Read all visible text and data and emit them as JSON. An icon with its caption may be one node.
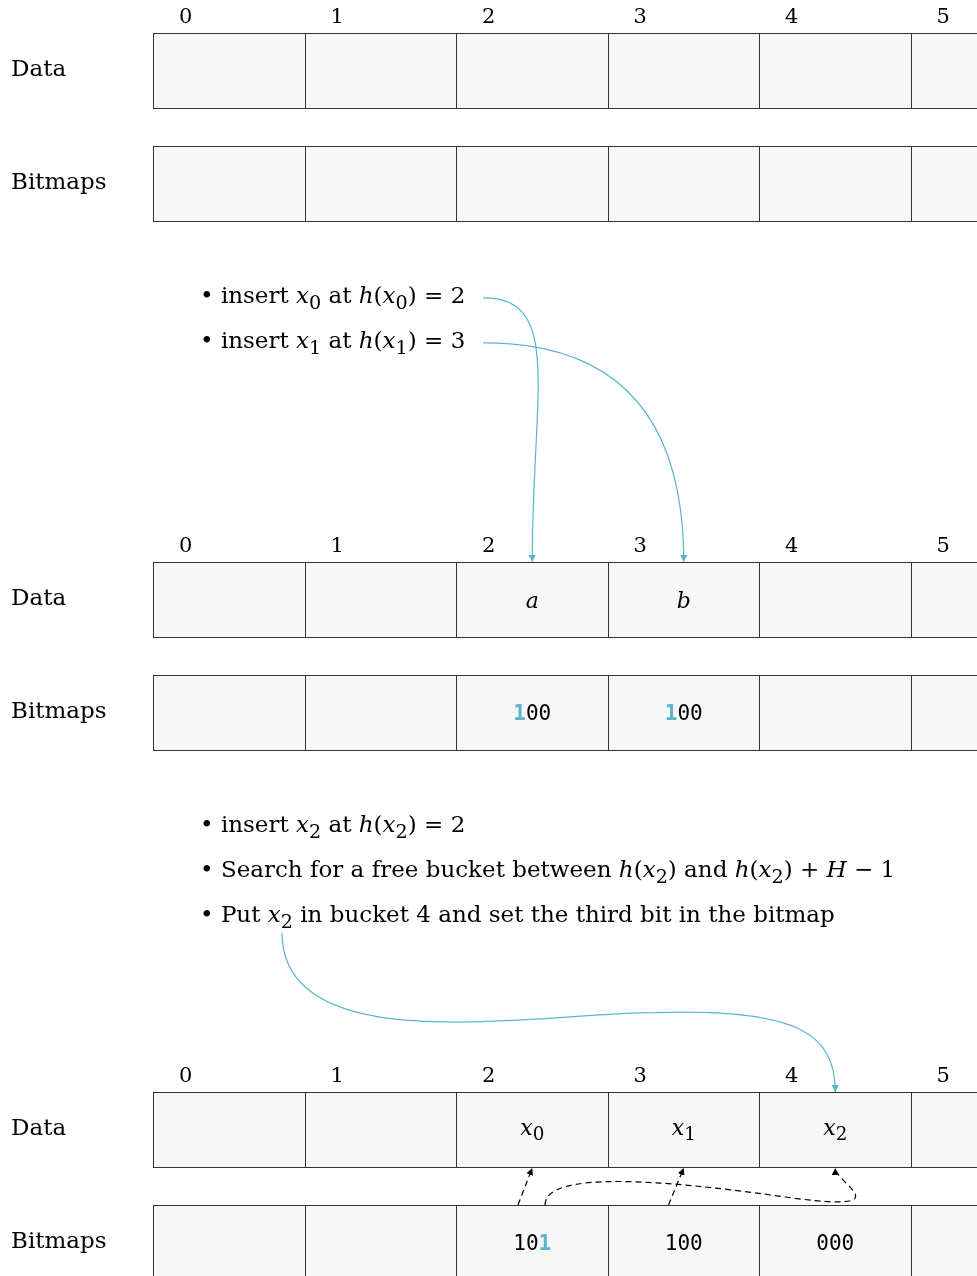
{
  "diagram": {
    "nodes": [
      {
        "text": [],
        "shape": "box"
      },
      {
        "text": [],
        "shape": "box"
      },
      {
        "text": [],
        "shape": "box"
      },
      {
        "text": [],
        "shape": "box"
      },
      {
        "text": [],
        "shape": "box"
      },
      {
        "text": [],
        "shape": "box"
      },
      {
        "text": [],
        "shape": "box"
      },
      {
        "text": [],
        "shape": "box"
      },
      {
        "text": [],
        "shape": "box"
      },
      {
        "text": [],
        "shape": "box"
      },
      {
        "text": [],
        "shape": "box"
      },
      {
        "text": [],
        "shape": "box"
      },
      {
        "text": [
          "• insert *x*$_{0}$ at *h*(*x*$_{0}$) = 2"
        ]
      },
      {
        "text": [
          "• insert *x*$_{1}$ at *h*(*x*$_{1}$) = 3"
        ]
      },
      {
        "text": [],
        "shape": "box"
      },
      {
        "text": [],
        "shape": "box"
      },
      {
        "text": [
          "a"
        ]
      },
      {
        "text": [
          "b"
        ]
      },
      {
        "text": [],
        "shape": "box"
      },
      {
        "text": [],
        "shape": "box"
      },
      {
        "text": [],
        "shape": "box"
      },
      {
        "text": [],
        "shape": "box"
      },
      {
        "text": [
          "**1**00"
        ]
      },
      {
        "text": [
          "**1**00"
        ]
      },
      {
        "text": [],
        "shape": "box"
      },
      {
        "text": [],
        "shape": "box"
      },
      {
        "text": [
          "• insert *x*$_{2}$ at *h*(*x*$_{2}$) = 2"
        ]
      },
      {
        "text": [
          "• Search for a free bucket between *h*(*x*$_{2}$) and *h*(*x*$_{2}$) + *H* − 1"
        ]
      },
      {
        "text": [
          "• Put *x*$_{2}$ in bucket 4 and set the third bit in the bitmap"
        ]
      },
      {
        "text": [],
        "shape": "box"
      },
      {
        "text": [],
        "shape": "box"
      },
      {
        "text": [
          "x$_{0}$"
        ]
      },
      {
        "text": [
          "x$_{1}$"
        ]
      },
      {
        "text": [
          "x$_{2}$"
        ]
      },
      {
        "text": [],
        "shape": "box"
      },
      {
        "text": [],
        "shape": "box"
      },
      {
        "text": [],
        "shape": "box"
      },
      {
        "text": [
          "10**1**"
        ]
      },
      {
        "text": [
          "100"
        ]
      },
      {
        "text": [
          "000"
        ]
      },
      {
        "text": [],
        "shape": "box"
      }
    ],
    "edges": [
      {
        "from": 12,
        "to": 16,
        "arrow": "to",
        "color": "#5ab4d0"
      },
      {
        "from": 13,
        "to": 17,
        "arrow": "to",
        "color": "#5ab4d0"
      },
      {
        "from": 28,
        "to": 33,
        "arrow": "to",
        "color": "#5ab4d0"
      },
      {
        "from": 37,
        "to": 31,
        "arrow": "to",
        "style": "dashed",
        "color": "#000000"
      },
      {
        "from": 37,
        "to": 33,
        "arrow": "to",
        "style": "dashed",
        "color": "#000000"
      },
      {
        "from": 38,
        "to": 32,
        "arrow": "to",
        "style": "dashed",
        "color": "#000000"
      }
    ],
    "labels": [
      "0",
      "1",
      "2",
      "3",
      "4",
      "5",
      "Data",
      "Bitmaps",
      "0",
      "1",
      "2",
      "3",
      "4",
      "5",
      "Data",
      "Bitmaps",
      "0",
      "1",
      "2",
      "3",
      "4",
      "5",
      "Data",
      "Bitmaps"
    ]
  }
}
